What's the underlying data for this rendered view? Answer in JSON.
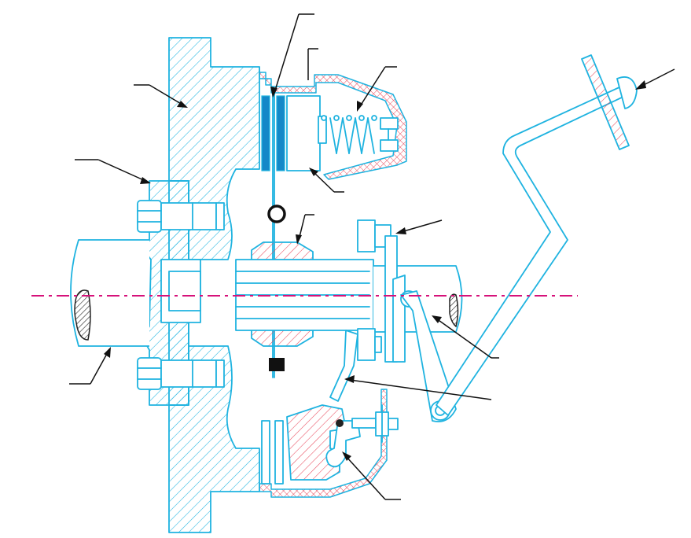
{
  "colors": {
    "line": "#1fb3e0",
    "section_hatch": "#1fb3e0",
    "friction_hatch": "#e8495c",
    "centerline": "#d6127a",
    "disc_facing": "#1488c8",
    "leader": "#111111",
    "shaft_section": "#222222"
  },
  "labels": [],
  "leaders": [
    {
      "name": "leader-pedal-pad",
      "icon": "arrow"
    },
    {
      "name": "leader-friction-disc",
      "icon": "line"
    },
    {
      "name": "leader-clutch-cover",
      "icon": "line"
    },
    {
      "name": "leader-pressure-spring",
      "icon": "arrow"
    },
    {
      "name": "leader-flywheel",
      "icon": "arrow"
    },
    {
      "name": "leader-flywheel-bolt",
      "icon": "arrow"
    },
    {
      "name": "leader-pressure-plate",
      "icon": "arrow"
    },
    {
      "name": "leader-clutch-hub",
      "icon": "arrow"
    },
    {
      "name": "leader-release-bearing",
      "icon": "arrow"
    },
    {
      "name": "leader-clutch-shaft",
      "icon": "arrow"
    },
    {
      "name": "leader-release-fork",
      "icon": "arrow"
    },
    {
      "name": "leader-release-lever",
      "icon": "arrow"
    },
    {
      "name": "leader-crankshaft",
      "icon": "arrow"
    },
    {
      "name": "leader-release-lever-eye",
      "icon": "arrow"
    }
  ]
}
